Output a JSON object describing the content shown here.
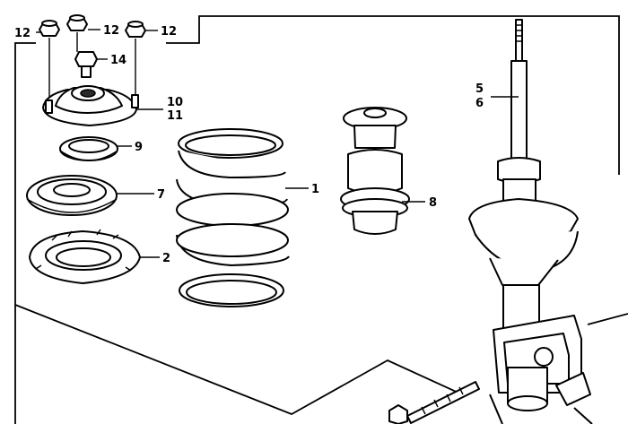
{
  "callouts": {
    "c1": "1",
    "c2": "2",
    "c5": "5",
    "c6": "6",
    "c7": "7",
    "c8": "8",
    "c9": "9",
    "c10": "10",
    "c11": "11",
    "c12a": "12",
    "c12b": "12",
    "c12c": "12",
    "c14": "14"
  },
  "colors": {
    "line": "#000000",
    "background": "#ffffff"
  }
}
